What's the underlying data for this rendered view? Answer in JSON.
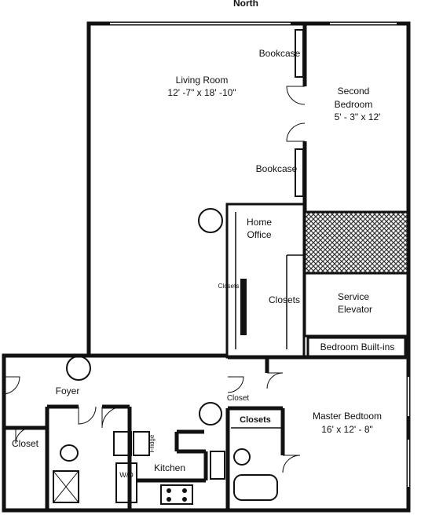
{
  "compass": {
    "label": "North"
  },
  "rooms": {
    "living_room": {
      "name": "Living Room",
      "dims": "12' -7\" x 18' -10\""
    },
    "second_bedroom": {
      "name_line1": "Second",
      "name_line2": "Bedroom",
      "dims": "5' - 3\" x 12'"
    },
    "home_office": {
      "name_line1": "Home",
      "name_line2": "Office"
    },
    "service_elevator": {
      "line1": "Service",
      "line2": "Elevator"
    },
    "master_bedroom": {
      "name": "Master Bedtoom",
      "dims": "16' x 12' - 8\""
    },
    "foyer": {
      "name": "Foyer"
    },
    "kitchen": {
      "name": "Kitchen"
    }
  },
  "fixtures": {
    "bookcase_top": "Bookcase",
    "bookcase_mid": "Bookcase",
    "closets_small": "Closets",
    "closets_office": "Closets",
    "bedroom_builtins": "Bedroom Built-ins",
    "closet_small_master": "Closet",
    "closets_master": "Closets",
    "closet_foyer": "Closet",
    "fridge": "Fridge",
    "washer_dryer": "W/D"
  },
  "colors": {
    "wall": "#111111",
    "hatch": "#333333",
    "background": "#ffffff"
  }
}
